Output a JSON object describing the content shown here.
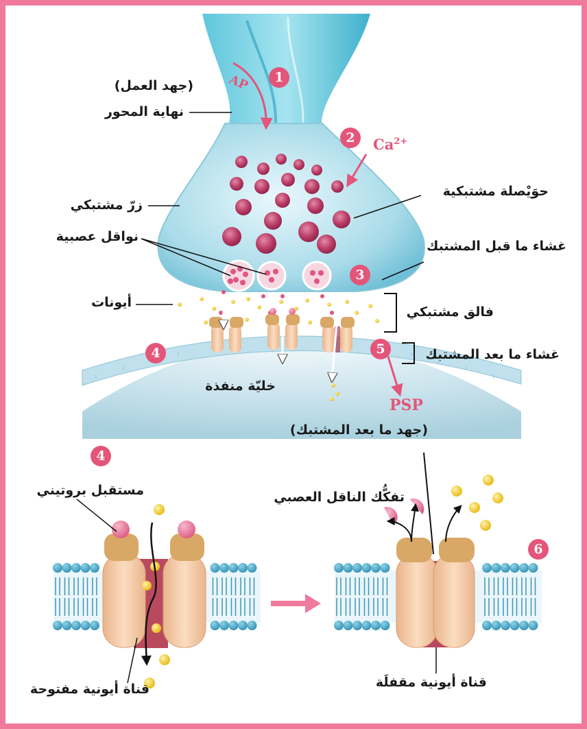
{
  "colors": {
    "frame": "#ef7a9c",
    "accent": "#e4557a",
    "membrane": "#4aa6c4",
    "receptor": "#f3c9a4",
    "receptor_top": "#d9a866",
    "ion": "#f2c51c",
    "vesicle": "#b83a64"
  },
  "labels": {
    "action_potential": "(جهد العمل)",
    "axon_terminal": "نهاية المحور",
    "ap": "AP",
    "synaptic_knob": "زرّ مشتبكي",
    "neurotransmitters": "نواقل عصبية",
    "ions": "أيونات",
    "synaptic_vesicle": "حوَيْصلة مشتبكية",
    "presynaptic_membrane": "غشاء ما قبل المشتبك",
    "synaptic_cleft": "فالق مشتبكي",
    "postsynaptic_membrane": "غشاء ما بعد المشتبك",
    "effector_cell": "خليّة منفذة",
    "psp": "PSP",
    "postsynaptic_potential": "(جهد ما بعد المشتبك)",
    "protein_receptor": "مستقبل بروتيني",
    "open_channel": "قناة أيونية مفتوحة",
    "neurotransmitter_dissociation": "تفكُّك الناقل العصبي",
    "closed_channel": "قناة أيونية مقفلَة",
    "ca": "Ca",
    "ca_charge": "2+"
  },
  "steps": [
    "1",
    "2",
    "3",
    "4",
    "5",
    "4",
    "6"
  ]
}
